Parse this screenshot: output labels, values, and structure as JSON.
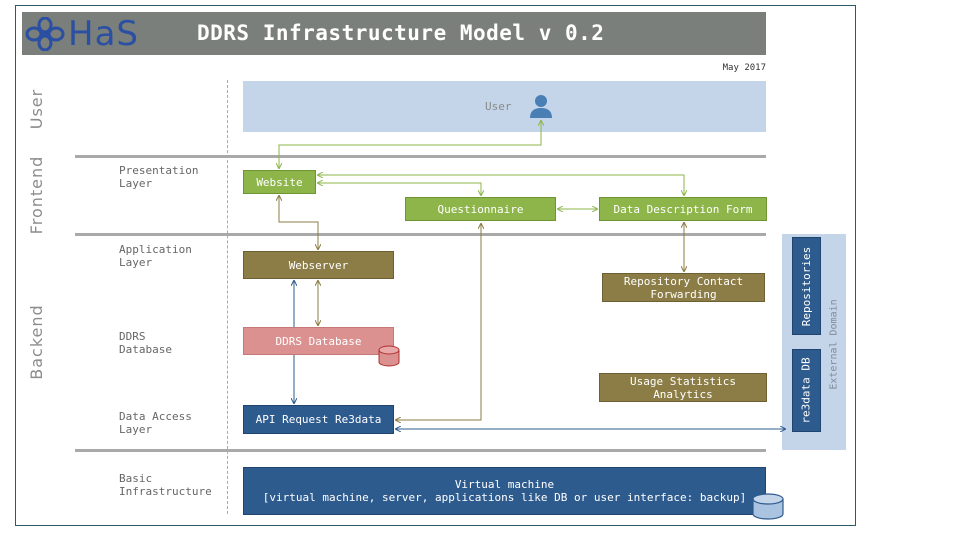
{
  "header": {
    "logo_text": "HaS",
    "title": "DDRS Infrastructure Model v 0.2",
    "date": "May 2017"
  },
  "sections": {
    "user": "User",
    "frontend": "Frontend",
    "backend": "Backend"
  },
  "layers": {
    "presentation": "Presentation\nLayer",
    "application": "Application\nLayer",
    "ddrs_database": "DDRS\nDatabase",
    "data_access": "Data Access\nLayer",
    "basic_infrastructure": "Basic\nInfrastructure"
  },
  "nodes": {
    "user": "User",
    "website": "Website",
    "questionnaire": "Questionnaire",
    "data_description_form": "Data Description Form",
    "webserver": "Webserver",
    "repository_contact": "Repository Contact\nForwarding",
    "ddrs_database": "DDRS Database",
    "usage_statistics": "Usage Statistics\nAnalytics",
    "api_request": "API Request Re3data",
    "virtual_machine": "Virtual machine\n[virtual machine, server, applications like DB or user interface: backup]"
  },
  "external": {
    "label": "External Domain",
    "repositories": "Repositories",
    "re3data_db": "re3data DB"
  },
  "colors": {
    "frontend_green": "#8db54a",
    "app_olive": "#8b7d45",
    "db_pink": "#dc9191",
    "infra_blue": "#2e5b8e",
    "user_lightblue": "#c4d5ea",
    "logo_blue": "#2a4fa3"
  },
  "icons": {
    "logo": "flower-icon",
    "user": "person-icon",
    "database": "database-cylinder-icon"
  }
}
